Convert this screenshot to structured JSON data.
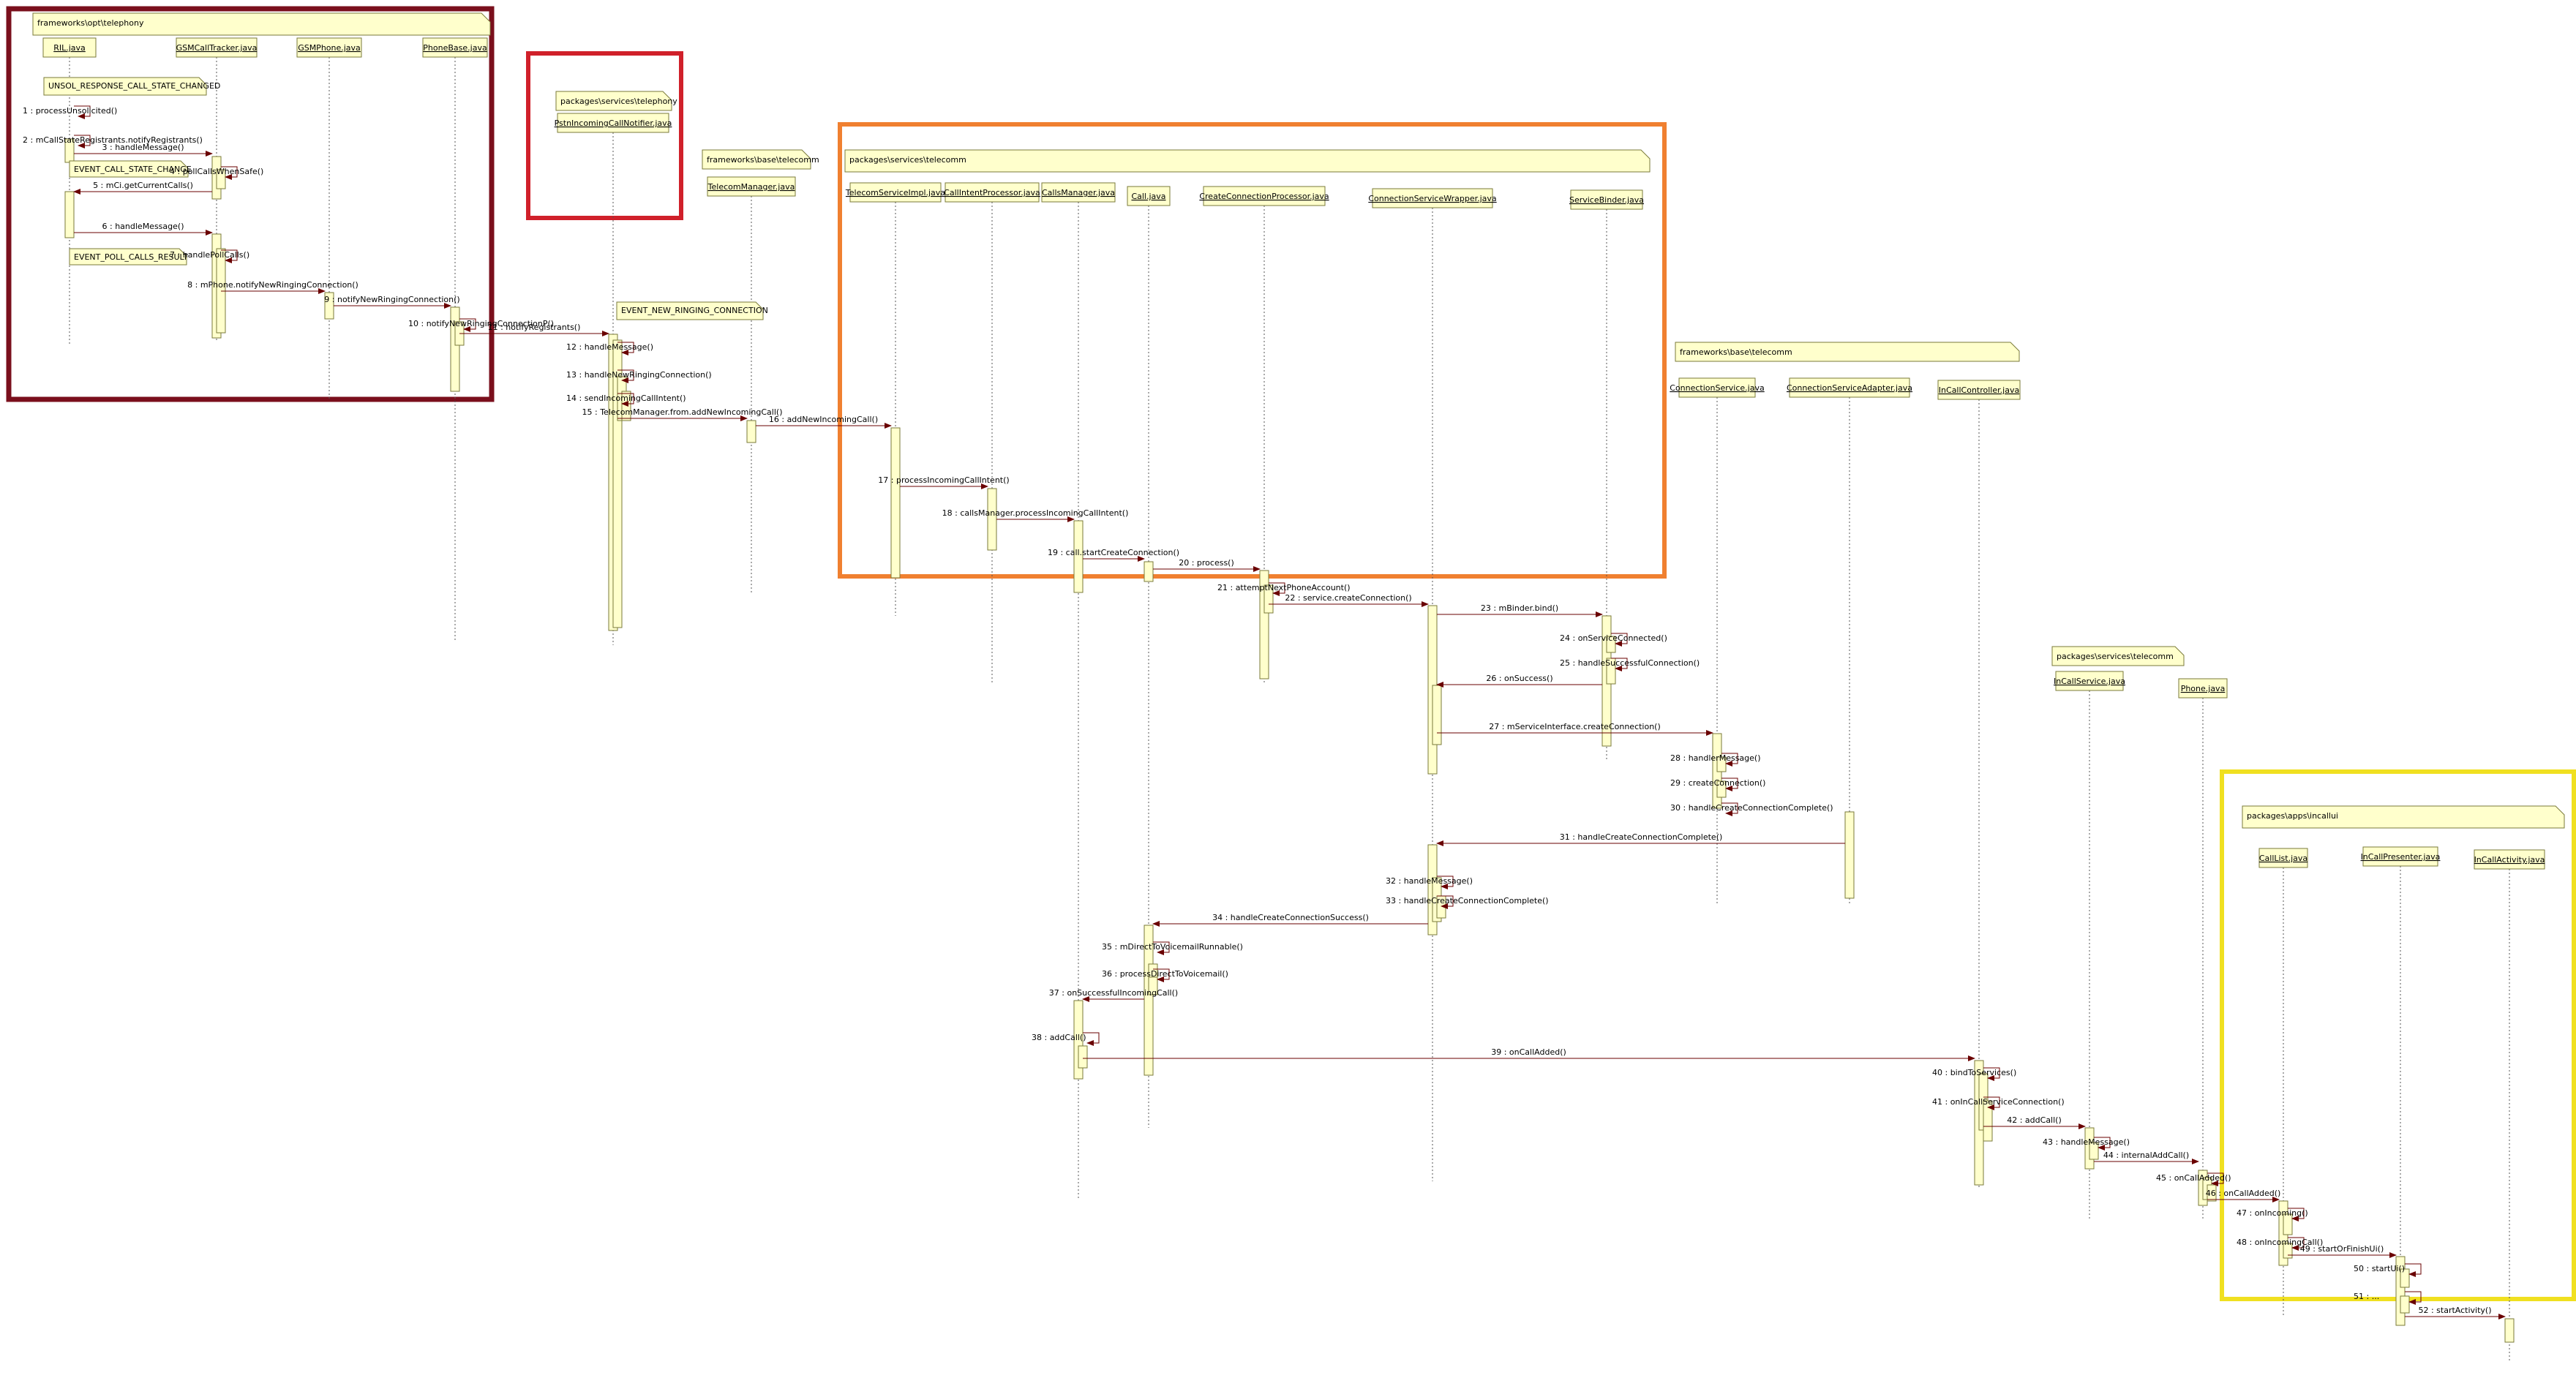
{
  "packages": [
    {
      "id": "pkg-fw-tel",
      "label": "frameworks\\opt\\telephony"
    },
    {
      "id": "pkg-svc-tel",
      "label": "packages\\services\\telephony"
    },
    {
      "id": "pkg-fw-base",
      "label": "frameworks\\base\\telecomm"
    },
    {
      "id": "pkg-svc-telecom",
      "label": "packages\\services\\telecomm"
    },
    {
      "id": "pkg-fw-base2",
      "label": "frameworks\\base\\telecomm"
    },
    {
      "id": "pkg-svc-telecom2",
      "label": "packages\\services\\telecomm"
    },
    {
      "id": "pkg-apps-incall",
      "label": "packages\\apps\\incallui"
    }
  ],
  "lifelines": [
    {
      "id": "ril",
      "label": "RIL.java"
    },
    {
      "id": "gsmct",
      "label": "GSMCallTracker.java"
    },
    {
      "id": "gsmphone",
      "label": "GSMPhone.java"
    },
    {
      "id": "phonebase",
      "label": "PhoneBase.java"
    },
    {
      "id": "pstn",
      "label": "PstnIncomingCallNotifier.java"
    },
    {
      "id": "telmgr",
      "label": "TelecomManager.java"
    },
    {
      "id": "tsi",
      "label": "TelecomServiceImpl.java"
    },
    {
      "id": "cip",
      "label": "CallIntentProcessor.java"
    },
    {
      "id": "cm",
      "label": "CallsManager.java"
    },
    {
      "id": "call",
      "label": "Call.java"
    },
    {
      "id": "ccp",
      "label": "CreateConnectionProcessor.java"
    },
    {
      "id": "csw",
      "label": "ConnectionServiceWrapper.java"
    },
    {
      "id": "sb",
      "label": "ServiceBinder.java"
    },
    {
      "id": "cs",
      "label": "ConnectionService.java"
    },
    {
      "id": "csa",
      "label": "ConnectionServiceAdapter.java"
    },
    {
      "id": "icc",
      "label": "InCallController.java"
    },
    {
      "id": "ics",
      "label": "InCallService.java"
    },
    {
      "id": "phone",
      "label": "Phone.java"
    },
    {
      "id": "calllist",
      "label": "CallList.java"
    },
    {
      "id": "icp",
      "label": "InCallPresenter.java"
    },
    {
      "id": "ica",
      "label": "InCallActivity.java"
    }
  ],
  "notes": [
    {
      "id": "note-unsol",
      "label": "UNSOL_RESPONSE_CALL_STATE_CHANGED"
    },
    {
      "id": "note-event-call",
      "label": "EVENT_CALL_STATE_CHANGE"
    },
    {
      "id": "note-event-poll",
      "label": "EVENT_POLL_CALLS_RESULT"
    },
    {
      "id": "note-new-ringing",
      "label": "EVENT_NEW_RINGING_CONNECTION"
    }
  ],
  "messages": [
    {
      "n": 1,
      "label": "1 : processUnsolicited()"
    },
    {
      "n": 2,
      "label": "2 : mCallStateRegistrants.notifyRegistrants()"
    },
    {
      "n": 3,
      "label": "3 : handleMessage()"
    },
    {
      "n": 4,
      "label": "4 : pollCallsWhenSafe()"
    },
    {
      "n": 5,
      "label": "5 : mCi.getCurrentCalls()"
    },
    {
      "n": 6,
      "label": "6 : handleMessage()"
    },
    {
      "n": 7,
      "label": "7 : handlePollCalls()"
    },
    {
      "n": 8,
      "label": "8 : mPhone.notifyNewRingingConnection()"
    },
    {
      "n": 9,
      "label": "9 : notifyNewRingingConnection()"
    },
    {
      "n": 10,
      "label": "10 : notifyNewRingingConnectionP()"
    },
    {
      "n": 11,
      "label": "11 : notifyRegistrants()"
    },
    {
      "n": 12,
      "label": "12 : handleMessage()"
    },
    {
      "n": 13,
      "label": "13 : handleNewRingingConnection()"
    },
    {
      "n": 14,
      "label": "14 : sendIncomingCallIntent()"
    },
    {
      "n": 15,
      "label": "15 : TelecomManager.from.addNewIncomingCall()"
    },
    {
      "n": 16,
      "label": "16 : addNewIncomingCall()"
    },
    {
      "n": 17,
      "label": "17 : processIncomingCallIntent()"
    },
    {
      "n": 18,
      "label": "18 : callsManager.processIncomingCallIntent()"
    },
    {
      "n": 19,
      "label": "19 : call.startCreateConnection()"
    },
    {
      "n": 20,
      "label": "20 : process()"
    },
    {
      "n": 21,
      "label": "21 : attemptNextPhoneAccount()"
    },
    {
      "n": 22,
      "label": "22 : service.createConnection()"
    },
    {
      "n": 23,
      "label": "23 : mBinder.bind()"
    },
    {
      "n": 24,
      "label": "24 : onServiceConnected()"
    },
    {
      "n": 25,
      "label": "25 : handleSuccessfulConnection()"
    },
    {
      "n": 26,
      "label": "26 : onSuccess()"
    },
    {
      "n": 27,
      "label": "27 : mServiceInterface.createConnection()"
    },
    {
      "n": 28,
      "label": "28 : handlerMessage()"
    },
    {
      "n": 29,
      "label": "29 : createConnection()"
    },
    {
      "n": 30,
      "label": "30 : handleCreateConnectionComplete()"
    },
    {
      "n": 31,
      "label": "31 : handleCreateConnectionComplete()"
    },
    {
      "n": 32,
      "label": "32 : handleMessage()"
    },
    {
      "n": 33,
      "label": "33 : handleCreateConnectionComplete()"
    },
    {
      "n": 34,
      "label": "34 : handleCreateConnectionSuccess()"
    },
    {
      "n": 35,
      "label": "35 : mDirectToVoicemailRunnable()"
    },
    {
      "n": 36,
      "label": "36 : processDirectToVoicemail()"
    },
    {
      "n": 37,
      "label": "37 : onSuccessfulIncomingCall()"
    },
    {
      "n": 38,
      "label": "38 : addCall()"
    },
    {
      "n": 39,
      "label": "39 : onCallAdded()"
    },
    {
      "n": 40,
      "label": "40 : bindToServices()"
    },
    {
      "n": 41,
      "label": "41 : onInCallServiceConnection()"
    },
    {
      "n": 42,
      "label": "42 : addCall()"
    },
    {
      "n": 43,
      "label": "43 : handleMessage()"
    },
    {
      "n": 44,
      "label": "44 : internalAddCall()"
    },
    {
      "n": 45,
      "label": "45 : onCallAdded()"
    },
    {
      "n": 46,
      "label": "46 : onCallAdded()"
    },
    {
      "n": 47,
      "label": "47 : onIncoming()"
    },
    {
      "n": 48,
      "label": "48 : onIncomingCall()"
    },
    {
      "n": 49,
      "label": "49 : startOrFinishUi()"
    },
    {
      "n": 50,
      "label": "50 : startUi()"
    },
    {
      "n": 51,
      "label": "51 : ..."
    },
    {
      "n": 52,
      "label": "52 : startActivity()"
    }
  ],
  "colors": {
    "lifeline_fill": "#ffffcc",
    "lifeline_stroke": "#7a7a3a",
    "arrow": "#6a0000",
    "frame_darkred": "#7a0f1c",
    "frame_red": "#d0202a",
    "frame_orange": "#f08030",
    "frame_yellow": "#f0e020"
  }
}
